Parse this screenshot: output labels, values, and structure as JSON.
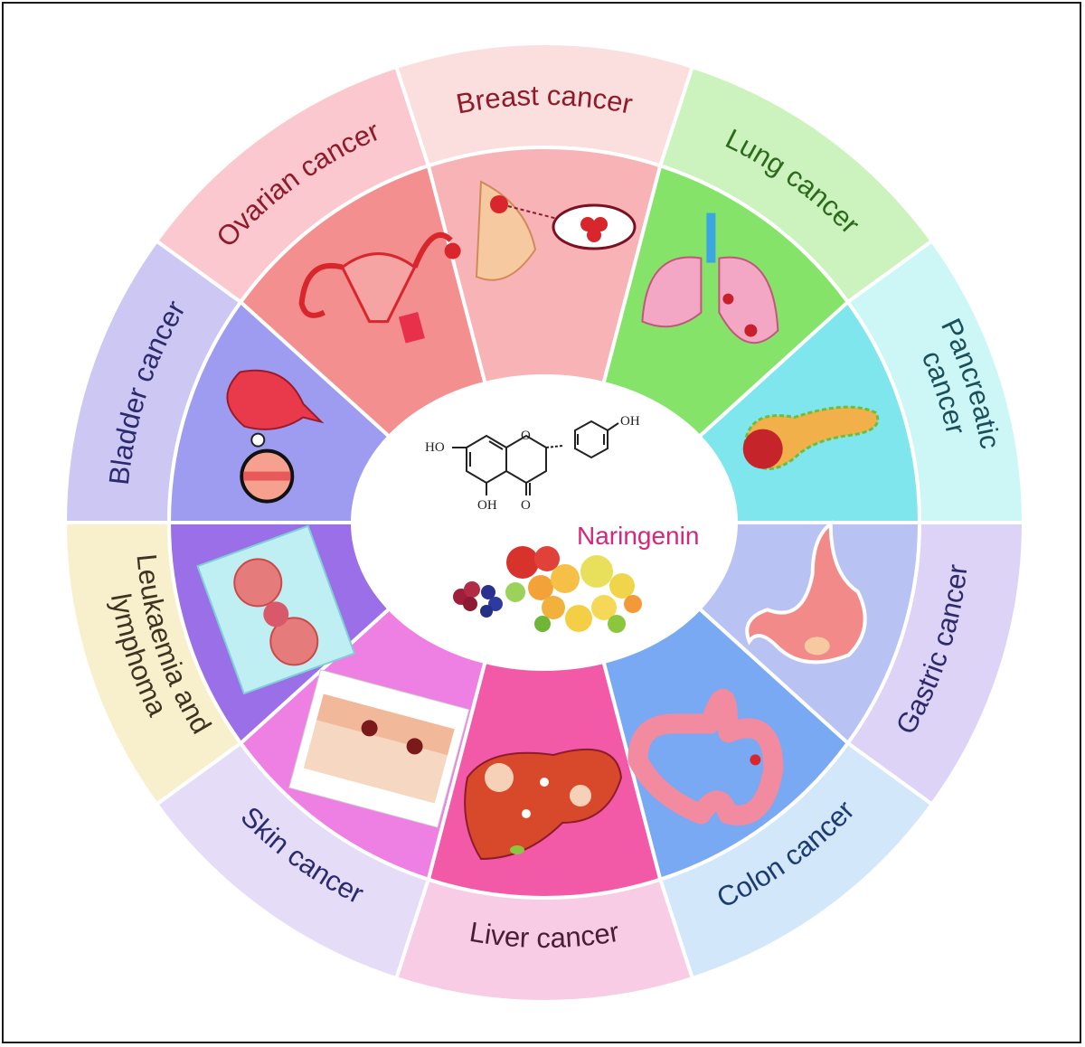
{
  "center": {
    "compound_name": "Naringenin",
    "atom_labels": {
      "ho_left": "HO",
      "oh_right": "OH",
      "oh_bottom": "OH",
      "ring_oxygen": "O",
      "carbonyl_oxygen": "O"
    },
    "compound_color": "#d6267a",
    "illustration_icon": "fruits-and-vegetables-icon"
  },
  "segments": [
    {
      "key": "breast",
      "lines": [
        "Breast cancer"
      ],
      "outer_color": "#fbdede",
      "inner_color": "#f8b3b6",
      "text_color": "#8e1b2a",
      "icon": "breast-tumor-icon"
    },
    {
      "key": "lung",
      "lines": [
        "Lung cancer"
      ],
      "outer_color": "#ccf3bd",
      "inner_color": "#86e36a",
      "text_color": "#2d6a1e",
      "icon": "lungs-icon"
    },
    {
      "key": "pancreatic",
      "lines": [
        "Pancreatic",
        "cancer"
      ],
      "outer_color": "#cdf7f7",
      "inner_color": "#7fe6ee",
      "text_color": "#1b4f5a",
      "icon": "pancreas-icon"
    },
    {
      "key": "gastric",
      "lines": [
        "Gastric cancer"
      ],
      "outer_color": "#dcd3f7",
      "inner_color": "#b8c2f3",
      "text_color": "#2d2a6b",
      "icon": "stomach-icon"
    },
    {
      "key": "colon",
      "lines": [
        "Colon cancer"
      ],
      "outer_color": "#d3e7fb",
      "inner_color": "#7aa9f3",
      "text_color": "#1c3b73",
      "icon": "colon-icon"
    },
    {
      "key": "liver",
      "lines": [
        "Liver cancer"
      ],
      "outer_color": "#f9cce6",
      "inner_color": "#f25aa8",
      "text_color": "#4a1d35",
      "icon": "liver-icon"
    },
    {
      "key": "skin",
      "lines": [
        "Skin cancer"
      ],
      "outer_color": "#e5dcf7",
      "inner_color": "#ee7fe3",
      "text_color": "#2a2a6e",
      "icon": "skin-layers-icon"
    },
    {
      "key": "leukaemia",
      "lines": [
        "Leukaemia and",
        "lymphoma"
      ],
      "outer_color": "#f8efcc",
      "inner_color": "#9b6fe8",
      "text_color": "#3d3322",
      "icon": "blood-cells-icon"
    },
    {
      "key": "bladder",
      "lines": [
        "Bladder cancer"
      ],
      "outer_color": "#cdc7f3",
      "inner_color": "#9d9cf0",
      "text_color": "#2a2a6e",
      "icon": "bladder-icon"
    },
    {
      "key": "ovarian",
      "lines": [
        "Ovarian cancer"
      ],
      "outer_color": "#fac8ce",
      "inner_color": "#f48f8f",
      "text_color": "#8e1b2a",
      "icon": "uterus-ovary-icon"
    }
  ]
}
